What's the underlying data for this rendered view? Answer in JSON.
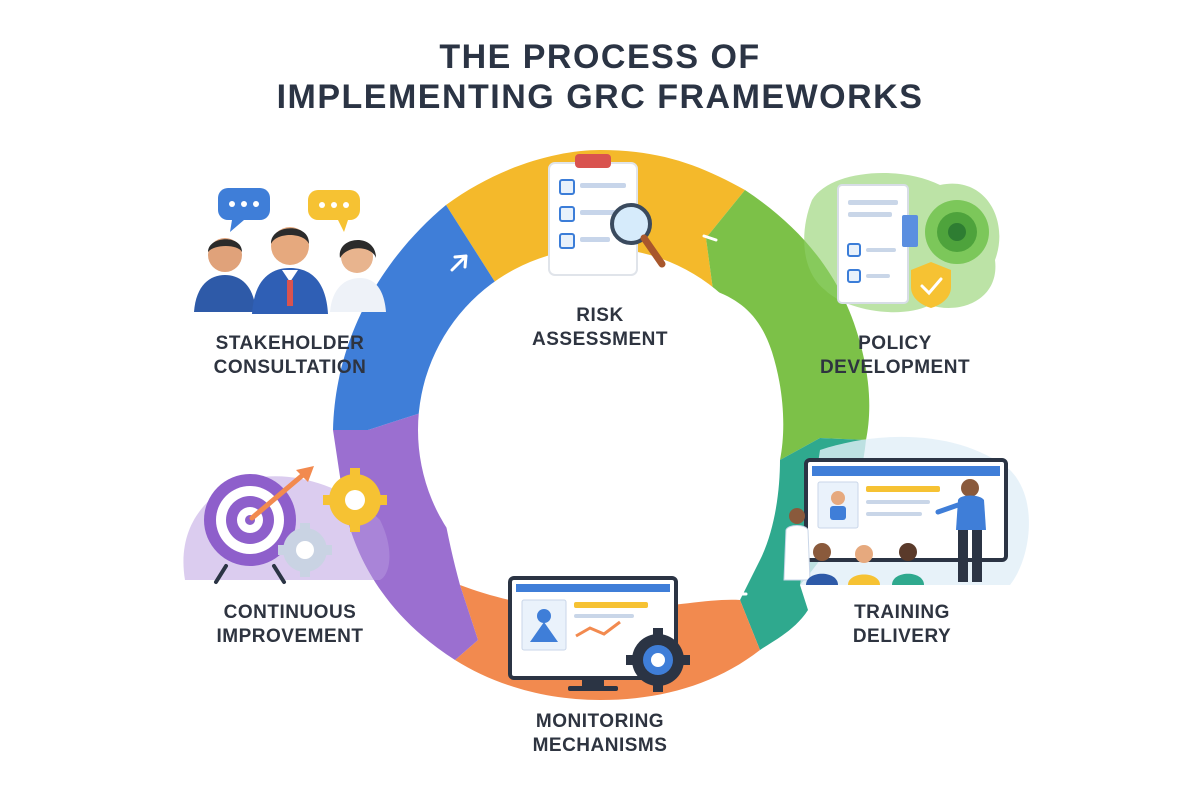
{
  "title": {
    "line1": "THE PROCESS OF",
    "line2": "IMPLEMENTING GRC FRAMEWORKS"
  },
  "steps": [
    {
      "id": "risk-assessment",
      "line1": "RISK",
      "line2": "ASSESSMENT",
      "color": "#f4b92b",
      "icon": "checklist-magnifier-icon"
    },
    {
      "id": "policy-development",
      "line1": "POLICY",
      "line2": "DEVELOPMENT",
      "color": "#7cc148",
      "icon": "policy-document-shield-icon"
    },
    {
      "id": "training-delivery",
      "line1": "TRAINING",
      "line2": "DELIVERY",
      "color": "#2fa98e",
      "icon": "presentation-classroom-icon"
    },
    {
      "id": "monitoring-mechanisms",
      "line1": "MONITORING",
      "line2": "MECHANISMS",
      "color": "#f28a4f",
      "icon": "monitor-dashboard-gear-icon"
    },
    {
      "id": "continuous-improvement",
      "line1": "CONTINUOUS",
      "line2": "IMPROVEMENT",
      "color": "#9b6fd0",
      "icon": "target-arrow-gears-icon"
    },
    {
      "id": "stakeholder-consultation",
      "line1": "STAKEHOLDER",
      "line2": "CONSULTATION",
      "color": "#3f7ed8",
      "icon": "people-speech-bubbles-icon"
    }
  ]
}
